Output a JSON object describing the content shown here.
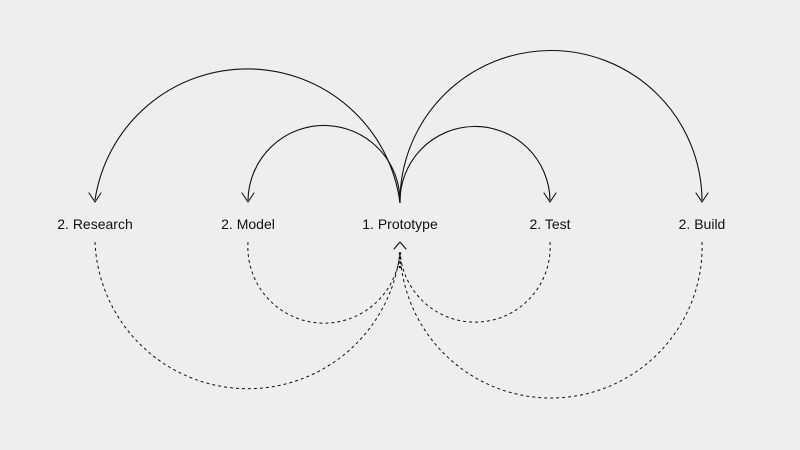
{
  "colors": {
    "background": "#eeeeee",
    "stroke": "#111111"
  },
  "nodes": [
    {
      "id": "research",
      "label": "2. Research"
    },
    {
      "id": "model",
      "label": "2. Model"
    },
    {
      "id": "prototype",
      "label": "1. Prototype"
    },
    {
      "id": "test",
      "label": "2. Test"
    },
    {
      "id": "build",
      "label": "2. Build"
    }
  ],
  "edges": [
    {
      "from": "prototype",
      "to": "research",
      "style": "solid",
      "side": "top"
    },
    {
      "from": "prototype",
      "to": "model",
      "style": "solid",
      "side": "top"
    },
    {
      "from": "prototype",
      "to": "test",
      "style": "solid",
      "side": "top"
    },
    {
      "from": "prototype",
      "to": "build",
      "style": "solid",
      "side": "top"
    },
    {
      "from": "research",
      "to": "prototype",
      "style": "dashed",
      "side": "bottom"
    },
    {
      "from": "model",
      "to": "prototype",
      "style": "dashed",
      "side": "bottom"
    },
    {
      "from": "test",
      "to": "prototype",
      "style": "dashed",
      "side": "bottom"
    },
    {
      "from": "build",
      "to": "prototype",
      "style": "dashed",
      "side": "bottom"
    }
  ]
}
